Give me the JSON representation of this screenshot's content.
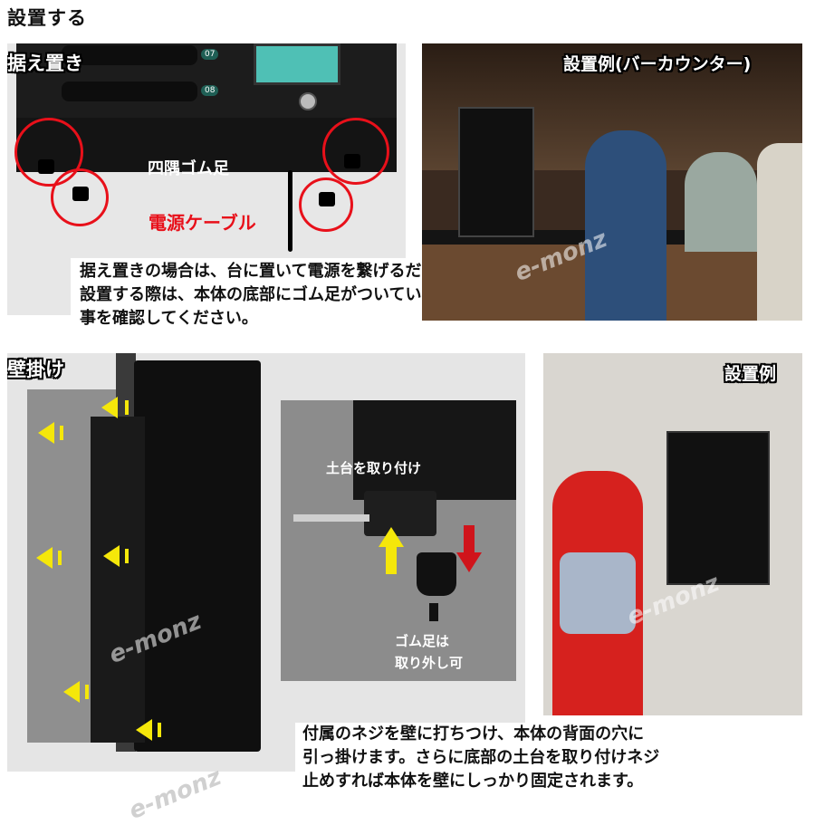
{
  "heading": "設置する",
  "stand": {
    "label": "据え置き",
    "rubber_feet": "四隅ゴム足",
    "power_cable": "電源ケーブル",
    "slot_numbers": [
      "07",
      "08"
    ],
    "caption_lines": [
      "据え置きの場合は、台に置いて電源を繋げるだけ。",
      "設置する際は、本体の底部にゴム足がついている",
      "事を確認してください。"
    ]
  },
  "bar_example": {
    "label": "設置例(バーカウンター)"
  },
  "wall": {
    "label": "壁掛け",
    "base_attach": "土台を取り付け",
    "removable_lines": [
      "ゴム足は",
      "取り外し可"
    ],
    "caption_lines": [
      "付属のネジを壁に打ちつけ、本体の背面の穴に",
      "引っ掛けます。さらに底部の土台を取り付けネジ",
      "止めすれば本体を壁にしっかり固定されます。"
    ]
  },
  "wall_example": {
    "label": "設置例"
  },
  "watermark": "e-monz",
  "colors": {
    "accent_red": "#e8101a",
    "arrow_yellow": "#f5e70a",
    "arrow_red": "#d0141b"
  }
}
